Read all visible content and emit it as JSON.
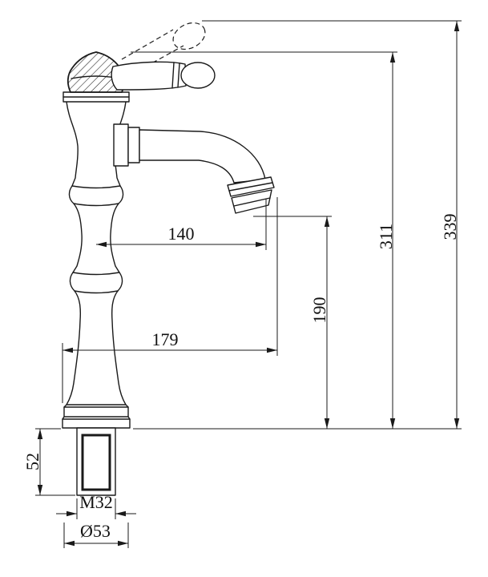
{
  "drawing": {
    "line_color": "#1a1a1a",
    "background": "#ffffff",
    "dims": {
      "spout_reach": "140",
      "overall_reach": "179",
      "outlet_height": "190",
      "upper_height": "311",
      "overall_height": "339",
      "shank_length": "52",
      "thread": "M32",
      "base_diameter": "Ø53"
    }
  }
}
